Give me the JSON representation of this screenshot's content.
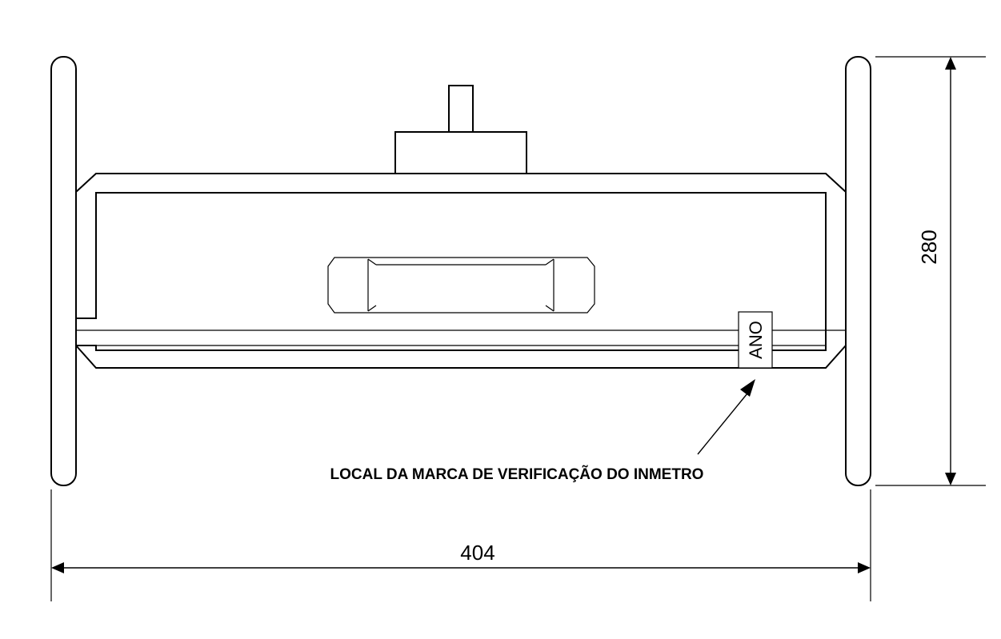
{
  "dimensions": {
    "width_label": "404",
    "height_label": "280"
  },
  "marking": {
    "year_label": "ANO",
    "callout": "LOCAL DA MARCA DE VERIFICAÇÃO DO INMETRO"
  },
  "colors": {
    "line": "#000000",
    "background": "#ffffff"
  }
}
